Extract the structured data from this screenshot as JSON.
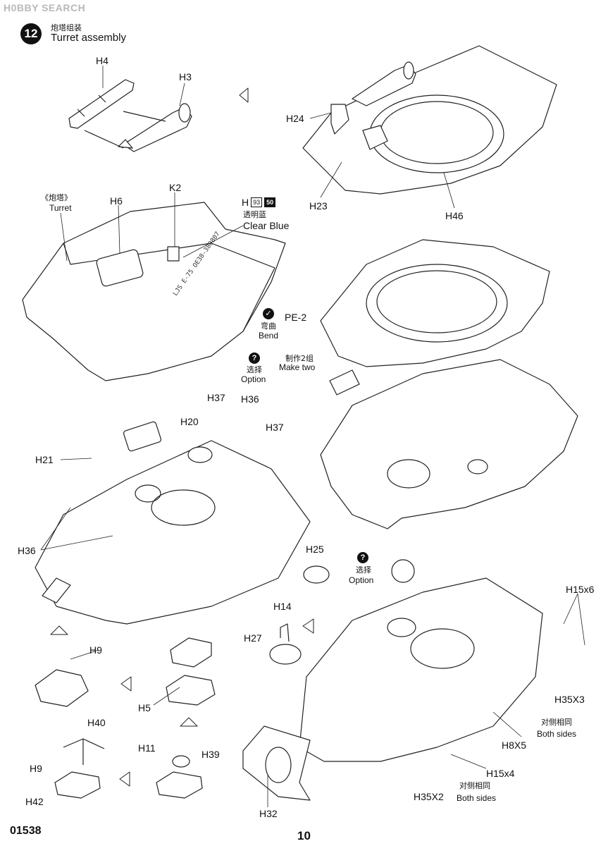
{
  "watermark": "H0BBY SEARCH",
  "step": {
    "number": "12",
    "title_cn": "炮塔组装",
    "title_en": "Turret assembly"
  },
  "labels": {
    "h4": "H4",
    "h3": "H3",
    "h24": "H24",
    "h23": "H23",
    "h46": "H46",
    "turret_cn": "《炮塔》",
    "turret_en": "Turret",
    "h6": "H6",
    "k2": "K2",
    "h_part": "H",
    "h_part_num1": "93",
    "h_part_num2": "50",
    "clear_blue_cn": "透明蓝",
    "clear_blue_en": "Clear Blue",
    "bend_cn": "弯曲",
    "bend_en": "Bend",
    "pe2": "PE-2",
    "make_two_cn": "制作2组",
    "make_two_en": "Make two",
    "option1_cn": "选择",
    "option1_en": "Option",
    "h37a": "H37",
    "h36a": "H36",
    "h20": "H20",
    "h37b": "H37",
    "h21": "H21",
    "h36b": "H36",
    "h25": "H25",
    "option2_cn": "选择",
    "option2_en": "Option",
    "h14": "H14",
    "h27": "H27",
    "h15x6": "H15x6",
    "h35x3": "H35X3",
    "h9a": "H9",
    "h5": "H5",
    "h40": "H40",
    "h9b": "H9",
    "h42": "H42",
    "h11": "H11",
    "h39": "H39",
    "h8x5": "H8X5",
    "both_sides1_cn": "对侧相同",
    "both_sides1_en": "Both sides",
    "h15x4": "H15x4",
    "h35x2": "H35X2",
    "both_sides2_cn": "对侧相同",
    "both_sides2_en": "Both sides",
    "h32": "H32",
    "hull_text": "LJS E-75 OE38-380807"
  },
  "marks": {
    "bend_icon": "check-mark-icon",
    "option_icon": "question-mark-icon"
  },
  "footer": {
    "kit_number": "01538",
    "page_number": "10"
  }
}
